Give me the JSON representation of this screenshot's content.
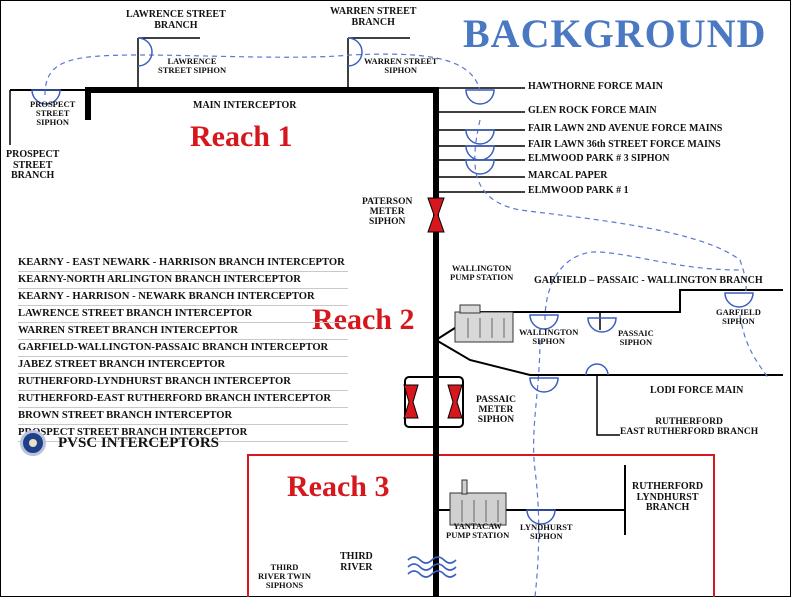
{
  "title": "BACKGROUND",
  "reaches": [
    "Reach 1",
    "Reach 2",
    "Reach 3"
  ],
  "labels": {
    "lawrence_branch": [
      "LAWRENCE STREET",
      "BRANCH"
    ],
    "warren_branch": [
      "WARREN STREET",
      "BRANCH"
    ],
    "lawrence_siphon": [
      "LAWRENCE",
      "STREET SIPHON"
    ],
    "warren_siphon": [
      "WARREN STREET",
      "SIPHON"
    ],
    "prospect_siphon": [
      "PROSPECT",
      "STREET",
      "SIPHON"
    ],
    "prospect_branch": [
      "PROSPECT",
      "STREET",
      "BRANCH"
    ],
    "main_interceptor": "MAIN INTERCEPTOR",
    "paterson_meter": [
      "PATERSON",
      "METER",
      "SIPHON"
    ],
    "wallington_pump": [
      "WALLINGTON",
      "PUMP STATION"
    ],
    "gpw_branch": "GARFIELD – PASSAIC - WALLINGTON BRANCH",
    "wallington_siphon": [
      "WALLINGTON",
      "SIPHON"
    ],
    "passaic_siphon": [
      "PASSAIC",
      "SIPHON"
    ],
    "garfield_siphon": [
      "GARFIELD",
      "SIPHON"
    ],
    "passaic_meter": [
      "PASSAIC",
      "METER",
      "SIPHON"
    ],
    "lodi": "LODI FORCE MAIN",
    "rutherford_east": [
      "RUTHERFORD",
      "EAST RUTHERFORD BRANCH"
    ],
    "yantacaw_pump": [
      "YANTACAW",
      "PUMP STATION"
    ],
    "lyndhurst_siphon": [
      "LYNDHURST",
      "SIPHON"
    ],
    "rutherford_lyndhurst": [
      "RUTHERFORD",
      "LYNDHURST",
      "BRANCH"
    ],
    "third_river": [
      "THIRD",
      "RIVER"
    ],
    "third_river_twin": [
      "THIRD",
      "RIVER TWIN",
      "SIPHONS"
    ]
  },
  "right_list": [
    "HAWTHORNE FORCE MAIN",
    "GLEN ROCK FORCE MAIN",
    "FAIR LAWN 2ND AVENUE FORCE MAINS",
    "FAIR LAWN 36th STREET FORCE MAINS",
    "ELMWOOD PARK # 3 SIPHON",
    "MARCAL PAPER",
    "ELMWOOD PARK # 1"
  ],
  "interceptors": [
    "KEARNY - EAST NEWARK - HARRISON BRANCH INTERCEPTOR",
    "KEARNY-NORTH ARLINGTON BRANCH INTERCEPTOR",
    "KEARNY - HARRISON - NEWARK BRANCH INTERCEPTOR",
    "LAWRENCE STREET BRANCH INTERCEPTOR",
    "WARREN STREET BRANCH INTERCEPTOR",
    "GARFIELD-WALLINGTON-PASSAIC BRANCH INTERCEPTOR",
    "JABEZ STREET BRANCH INTERCEPTOR",
    "RUTHERFORD-LYNDHURST BRANCH INTERCEPTOR",
    "RUTHERFORD-EAST RUTHERFORD BRANCH INTERCEPTOR",
    "BROWN STREET BRANCH INTERCEPTOR",
    "PROSPECT STREET BRANCH INTERCEPTOR"
  ],
  "legend_title": "PVSC INTERCEPTORS",
  "colors": {
    "title": "#4a78c2",
    "reach": "#d6181e",
    "siphon": "#3b5fbf",
    "meter": "#d6181e"
  }
}
